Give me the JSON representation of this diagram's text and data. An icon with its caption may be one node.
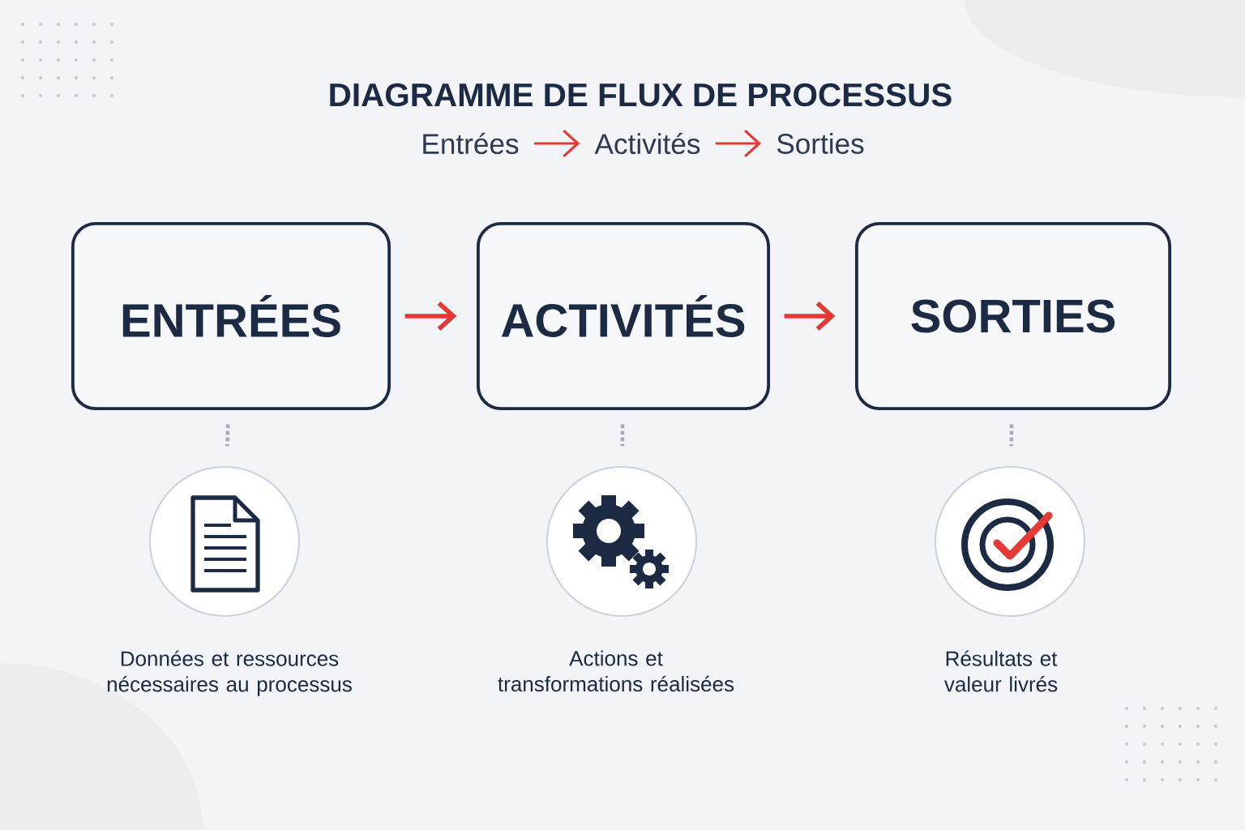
{
  "diagram": {
    "title": "DIAGRAMME DE FLUX DE PROCESSUS",
    "nodes": [
      {
        "text": [
          "Entrées"
        ]
      },
      {
        "text": [
          "Activités"
        ]
      },
      {
        "text": [
          "Sorties"
        ]
      },
      {
        "text": [
          "ENTRÉES"
        ]
      },
      {
        "text": [
          "ACTIVITÉS"
        ]
      },
      {
        "text": [
          "SORTIES"
        ]
      },
      {
        "text": [],
        "shape": "circle",
        "beside": [
          "Données et ressources nécessaires au processus"
        ]
      },
      {
        "text": [],
        "shape": "circle",
        "beside": [
          "Actions et transformations réalisées"
        ]
      },
      {
        "text": [],
        "shape": "circle",
        "beside": [
          "Résultats et valeur livrés"
        ]
      }
    ],
    "edges": [
      {
        "from": 0,
        "to": 1,
        "arrow": "to"
      },
      {
        "from": 1,
        "to": 2,
        "arrow": "to"
      },
      {
        "from": 3,
        "to": 4,
        "arrow": "to"
      },
      {
        "from": 4,
        "to": 5,
        "arrow": "to"
      },
      {
        "from": 3,
        "to": 6,
        "arrow": "none",
        "style": "dashed",
        "color": "#a3a9b5"
      },
      {
        "from": 4,
        "to": 7,
        "arrow": "none",
        "style": "dashed",
        "color": "#a3a9b5"
      },
      {
        "from": 5,
        "to": 8,
        "arrow": "none",
        "style": "dashed",
        "color": "#a3a9b5"
      }
    ]
  }
}
